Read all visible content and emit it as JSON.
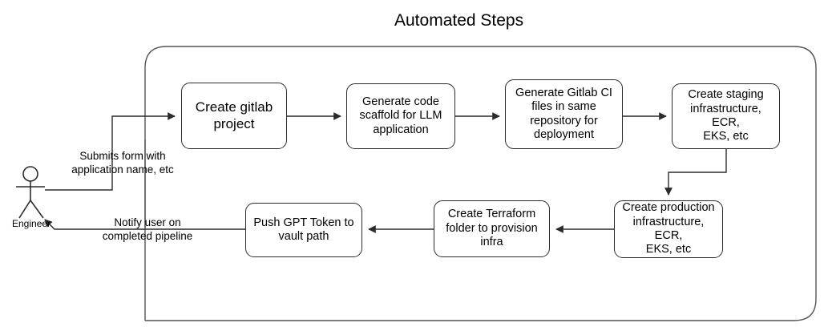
{
  "diagram": {
    "title": "Automated Steps",
    "type": "flowchart",
    "actor": {
      "name": "Engineer",
      "icon": "stick-figure-actor-icon"
    },
    "edge_labels": [
      {
        "id": "submit",
        "text": "Submits form with\napplication name, etc"
      },
      {
        "id": "notify",
        "text": "Notify user on\ncompleted pipeline"
      }
    ],
    "nodes": [
      {
        "id": "create-gitlab-project",
        "label": "Create gitlab\nproject",
        "row": "top",
        "order": 1
      },
      {
        "id": "generate-code-scaffold",
        "label": "Generate code\nscaffold for LLM\napplication",
        "row": "top",
        "order": 2
      },
      {
        "id": "generate-gitlab-ci-files",
        "label": "Generate Gitlab CI\nfiles in same\nrepository for\ndeployment",
        "row": "top",
        "order": 3
      },
      {
        "id": "create-staging-infrastructure",
        "label": "Create staging\ninfrastructure, ECR,\nEKS, etc",
        "row": "top",
        "order": 4
      },
      {
        "id": "create-production-infrastructure",
        "label": "Create production\ninfrastructure, ECR,\nEKS, etc",
        "row": "bottom",
        "order": 5
      },
      {
        "id": "create-terraform-folder",
        "label": "Create Terraform\nfolder to provision\ninfra",
        "row": "bottom",
        "order": 6
      },
      {
        "id": "push-gpt-token",
        "label": "Push GPT Token to\nvault path",
        "row": "bottom",
        "order": 7
      }
    ],
    "colors": {
      "stroke": "#2b2b2b",
      "group_stroke": "#545454",
      "background": "#ffffff",
      "text": "#000000"
    }
  }
}
